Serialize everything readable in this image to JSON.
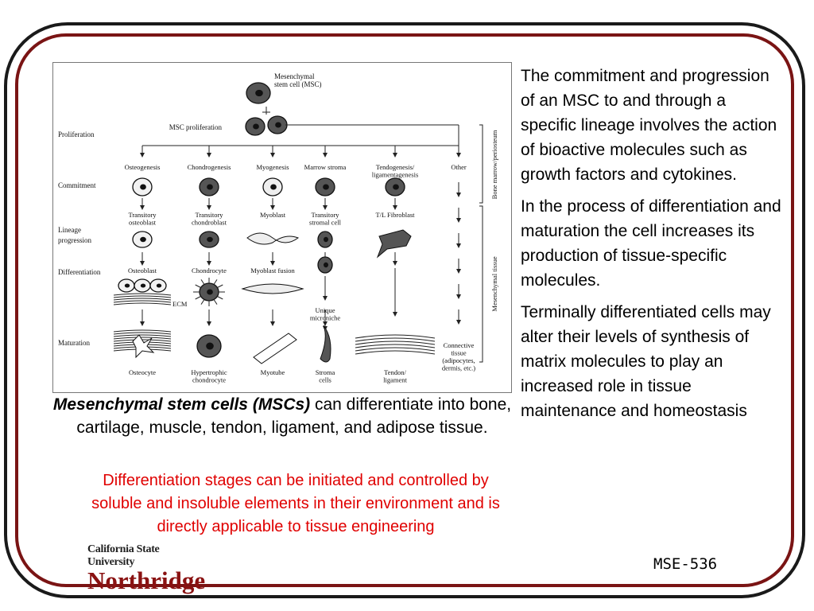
{
  "figure": {
    "top_label": [
      "Mesenchymal",
      "stem cell (MSC)"
    ],
    "proliferation_label": "MSC proliferation",
    "stages": [
      "Proliferation",
      "Commitment",
      "Lineage",
      "progression",
      "Differentiation",
      "Maturation"
    ],
    "bracket_labels": [
      "Bone marrow/periosteum",
      "Mesenchymal tissue"
    ],
    "lineages": [
      {
        "commit": [
          "Osteogenesis"
        ],
        "progression": [
          "Transitory",
          "osteoblast"
        ],
        "differentiation": [
          "Osteoblast"
        ],
        "maturation": [
          "Osteocyte"
        ]
      },
      {
        "commit": [
          "Chondrogenesis"
        ],
        "progression": [
          "Transitory",
          "chondroblast"
        ],
        "differentiation": [
          "Chondrocyte"
        ],
        "maturation": [
          "Hypertrophic",
          "chondrocyte"
        ]
      },
      {
        "commit": [
          "Myogenesis"
        ],
        "progression": [
          "Myoblast"
        ],
        "differentiation": [
          "Myoblast fusion"
        ],
        "maturation": [
          "Myotube"
        ]
      },
      {
        "commit": [
          "Marrow stroma"
        ],
        "progression": [
          "Transitory",
          "stromal cell"
        ],
        "differentiation": [
          "Unique",
          "microniche"
        ],
        "maturation": [
          "Stroma",
          "cells"
        ]
      },
      {
        "commit": [
          "Tendogenesis/",
          "ligamentagenesis"
        ],
        "progression": [
          "T/L Fibroblast"
        ],
        "differentiation": [],
        "maturation": [
          "Tendon/",
          "ligament"
        ]
      },
      {
        "commit": [
          "Other"
        ],
        "progression": [],
        "differentiation": [],
        "maturation": [
          "Connective",
          "tissue",
          "(adipocytes,",
          "dermis, etc.)"
        ]
      }
    ],
    "ecm_label": "ECM"
  },
  "caption": {
    "emphasis": "Mesenchymal stem cells (MSCs)",
    "rest": " can differentiate into bone, cartilage, muscle, tendon, ligament, and adipose tissue."
  },
  "note": "Differentiation stages can be initiated and controlled by soluble and insoluble elements in their environment and is directly applicable to tissue engineering",
  "right_column": [
    "The commitment and progression of an MSC to and through a specific lineage involves the action of bioactive molecules such as growth factors and cytokines.",
    "In the process of differentiation and maturation the cell increases its production of tissue-specific molecules.",
    "Terminally differentiated cells may alter their levels of synthesis of matrix molecules to play an increased role in tissue maintenance and homeostasis"
  ],
  "logo": {
    "line1": "California State University",
    "line2": "Northridge"
  },
  "course_code": "MSE-536",
  "colors": {
    "frame_outer": "#1a1a1a",
    "frame_inner": "#7a1414",
    "note_red": "#e00000",
    "logo_red": "#8a1212"
  }
}
